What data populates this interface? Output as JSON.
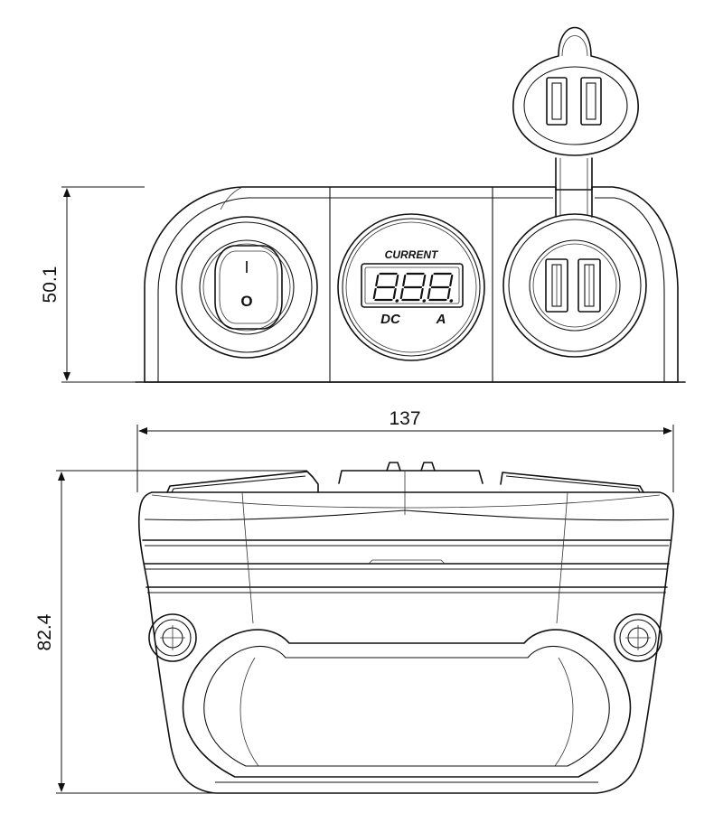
{
  "dimensions": {
    "height_front": "50.1",
    "width": "137",
    "depth_top": "82.4"
  },
  "voltmeter": {
    "title": "CURRENT",
    "left_label": "DC",
    "right_label": "A"
  },
  "switch": {
    "on_symbol": "I",
    "off_symbol": "O"
  }
}
